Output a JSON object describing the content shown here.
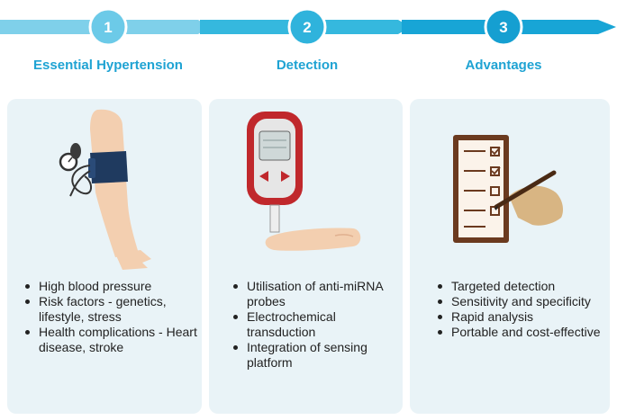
{
  "colors": {
    "accent": "#1fa3d3",
    "arrow_light": "#7fd0ea",
    "arrow_mid": "#35b8de",
    "arrow_dark": "#18a5d6",
    "panel_bg": "#e9f3f7"
  },
  "steps": [
    {
      "number": "1",
      "title": "Essential Hypertension",
      "icon": "blood-pressure-cuff-arm-icon",
      "points": [
        "High blood pressure",
        "Risk factors - genetics, lifestyle, stress",
        "Health complications - Heart disease, stroke"
      ]
    },
    {
      "number": "2",
      "title": "Detection",
      "icon": "glucometer-fingertip-icon",
      "points": [
        "Utilisation of anti-miRNA probes",
        "Electrochemical transduction",
        "Integration of sensing platform"
      ]
    },
    {
      "number": "3",
      "title": "Advantages",
      "icon": "checklist-clipboard-icon",
      "points": [
        "Targeted detection",
        "Sensitivity and specificity",
        "Rapid analysis",
        "Portable and cost-effective"
      ]
    }
  ]
}
